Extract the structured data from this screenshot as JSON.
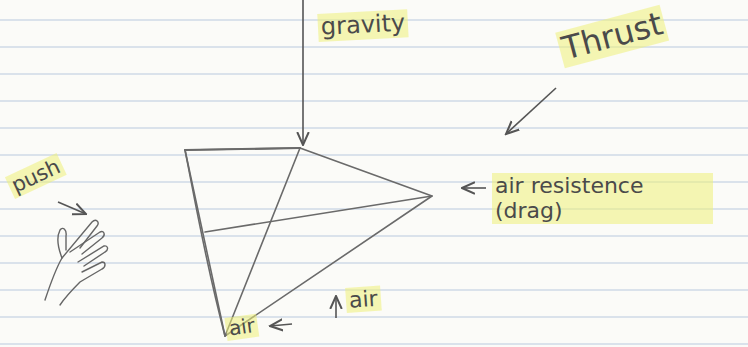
{
  "diagram": {
    "labels": [
      "gravity",
      "Thrust",
      "air resistence (drag)",
      "push",
      "air",
      "air"
    ]
  }
}
